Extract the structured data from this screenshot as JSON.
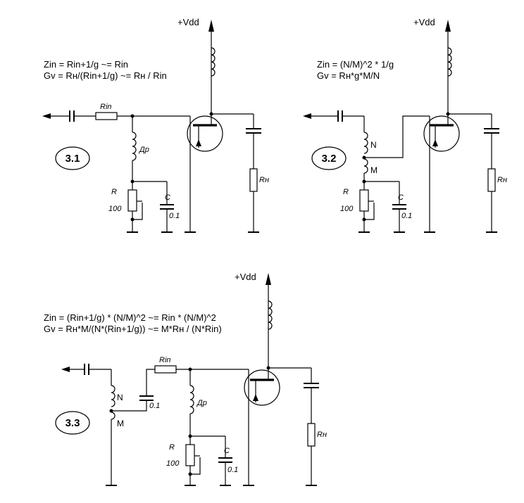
{
  "circuit_1": {
    "id": "3.1",
    "formula_zin": "Zin = Rin+1/g ~= Rin",
    "formula_gv": "Gv = Rн/(Rin+1/g) ~= Rн / Rin",
    "supply": "+Vdd",
    "rin": "Rin",
    "choke": "Др",
    "r_name": "R",
    "r_value": "100",
    "c_name": "C",
    "c_value": "0.1",
    "load": "Rн"
  },
  "circuit_2": {
    "id": "3.2",
    "formula_zin": "Zin = (N/M)^2 * 1/g",
    "formula_gv": "Gv = Rн*g*M/N",
    "supply": "+Vdd",
    "tap_n": "N",
    "tap_m": "M",
    "r_name": "R",
    "r_value": "100",
    "c_name": "C",
    "c_value": "0.1",
    "load": "Rн"
  },
  "circuit_3": {
    "id": "3.3",
    "formula_zin": "Zin = (Rin+1/g) * (N/M)^2 ~= Rin * (N/M)^2",
    "formula_gv": "Gv = Rн*M/(N*(Rin+1/g)) ~= M*Rн / (N*Rin)",
    "supply": "+Vdd",
    "rin": "Rin",
    "tap_n": "N",
    "tap_m": "M",
    "cap_value": "0.1",
    "choke": "Др",
    "r_name": "R",
    "r_value": "100",
    "c_name": "C",
    "c_value": "0.1",
    "load": "Rн"
  }
}
